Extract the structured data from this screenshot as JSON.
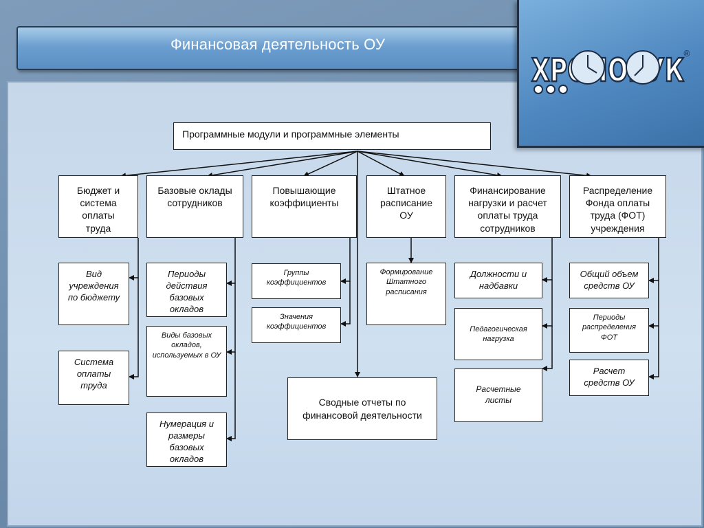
{
  "title": "Финансовая деятельность ОУ",
  "logo": {
    "text": "ХРОНОБУК"
  },
  "root": "Программные модули и программные элементы",
  "modules": [
    {
      "label": "Бюджет и система оплаты труда",
      "children": [
        "Вид учреждения по бюджету",
        "Система оплаты труда"
      ]
    },
    {
      "label": "Базовые оклады сотрудников",
      "children": [
        "Периоды действия базовых окладов",
        "Виды базовых окладов, используемых в ОУ",
        "Нумерация и размеры базовых окладов"
      ]
    },
    {
      "label": "Повышающие коэффициенты",
      "children": [
        "Группы коэффициентов",
        "Значения коэффициентов"
      ]
    },
    {
      "label": "Штатное расписание ОУ",
      "children": [
        "Формирование Штатного расписания"
      ]
    },
    {
      "label": "Финансирование нагрузки и расчет оплаты труда сотрудников",
      "children": [
        "Должности и надбавки",
        "Педагогическая нагрузка",
        "Расчетные листы"
      ]
    },
    {
      "label": "Распределение Фонда оплаты труда (ФОТ) учреждения",
      "children": [
        "Общий объем средств ОУ",
        "Периоды распределения ФОТ",
        "Расчет средств ОУ"
      ]
    }
  ],
  "summary": "Сводные отчеты по финансовой деятельности"
}
